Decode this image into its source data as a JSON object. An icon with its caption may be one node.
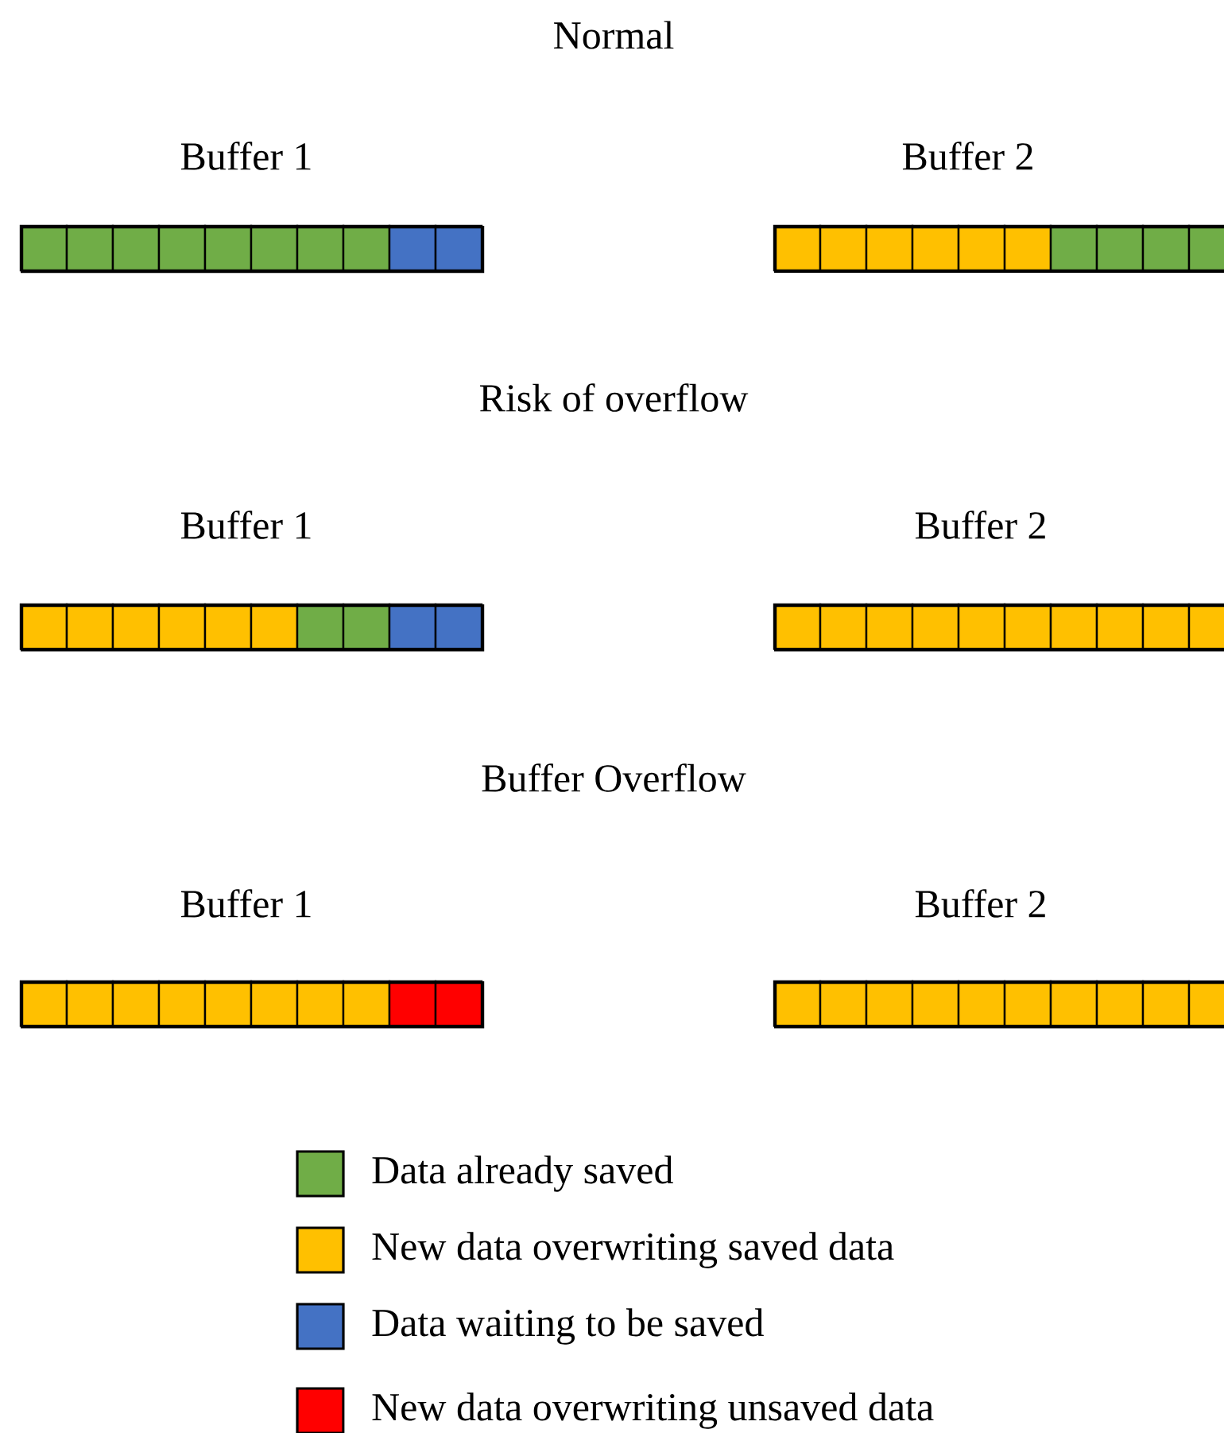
{
  "diagram": {
    "nodes": [
      {
        "text": [
          "Buffer 1"
        ]
      },
      {
        "text": [
          "Buffer 2"
        ]
      },
      {
        "text": [
          "Buffer 1"
        ]
      },
      {
        "text": [
          "Buffer 2"
        ]
      },
      {
        "text": [
          "Buffer 1"
        ]
      },
      {
        "text": [
          "Buffer 2"
        ]
      }
    ],
    "labels": [
      "Normal",
      "Risk of overflow",
      "Buffer Overflow"
    ],
    "legend": [
      {
        "text": "Data already saved",
        "color": "#70ad47"
      },
      {
        "text": "New data overwriting saved data",
        "color": "#ffc000"
      },
      {
        "text": "Data waiting to be saved",
        "color": "#4472c4"
      },
      {
        "text": "New data overwriting unsaved data",
        "color": "#ff0000"
      }
    ]
  }
}
